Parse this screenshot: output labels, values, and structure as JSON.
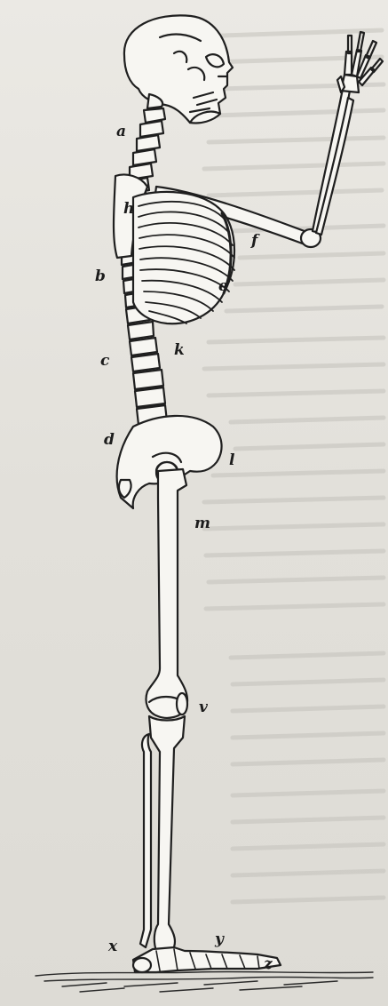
{
  "figure": {
    "labels": {
      "a": "a",
      "h": "h",
      "f": "f",
      "b": "b",
      "e": "e",
      "c": "c",
      "k": "k",
      "d": "d",
      "l": "l",
      "m": "m",
      "v": "v",
      "x": "x",
      "y": "y",
      "z": "z"
    },
    "colors": {
      "ink": "#1f1f1f",
      "bone": "#f7f6f2",
      "paper": "#e6e4df",
      "bleed_text": "#b9b7b1"
    }
  }
}
